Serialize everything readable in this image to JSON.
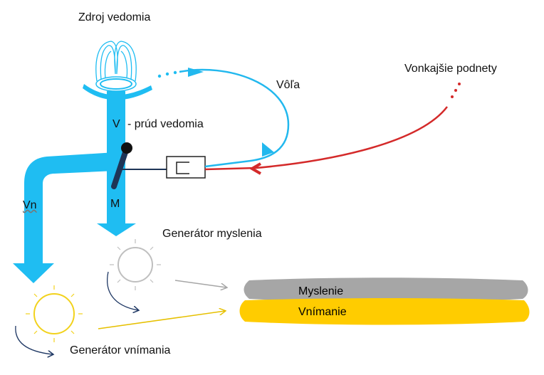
{
  "labels": {
    "source": "Zdroj vedomia",
    "will": "Vôľa",
    "external": "Vonkajšie podnety",
    "stream_letter": "V",
    "stream_desc": "- prúd vedomia",
    "vn": "Vn",
    "m": "M",
    "thinking_gen": "Generátor myslenia",
    "perception_gen": "Generátor vnímania",
    "thinking": "Myslenie",
    "perception": "Vnímanie"
  },
  "colors": {
    "stream": "#1fbdf2",
    "will_arrow": "#22b8ee",
    "external_arrow": "#d42a2a",
    "valve": "#1e3557",
    "thinking_band": "#a6a6a6",
    "perception_band": "#ffcc00",
    "thinking_sun": "#bfbfbf",
    "perception_sun": "#f2d21c",
    "rotation_arrow": "#1f3864"
  }
}
